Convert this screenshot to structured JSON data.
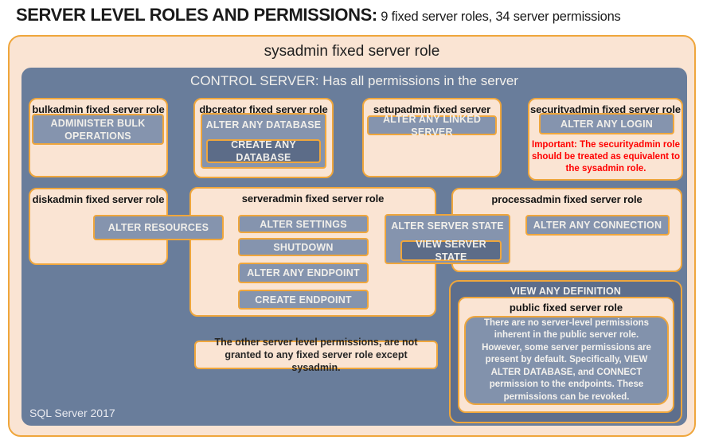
{
  "header": {
    "title": "SERVER LEVEL ROLES AND PERMISSIONS:",
    "subtitle": "9 fixed server roles, 34 server permissions"
  },
  "sysadmin": {
    "label": "sysadmin fixed server role"
  },
  "control_server": {
    "label": "CONTROL SERVER: Has all permissions in the server",
    "footer": "SQL Server 2017"
  },
  "roles": {
    "bulkadmin": {
      "title": "bulkadmin fixed server role",
      "perm": "ADMINISTER BULK OPERATIONS"
    },
    "dbcreator": {
      "title": "dbcreator fixed server role",
      "perm_outer": "ALTER ANY DATABASE",
      "perm_inner": "CREATE ANY DATABASE"
    },
    "setupadmin": {
      "title": "setupadmin fixed server role",
      "perm": "ALTER ANY LINKED SERVER"
    },
    "securityadmin": {
      "title": "securityadmin fixed server role",
      "perm": "ALTER ANY LOGIN",
      "warning": "Important: The securityadmin role should be treated as equivalent to the sysadmin role."
    },
    "diskadmin": {
      "title": "diskadmin fixed server role"
    },
    "serveradmin": {
      "title": "serveradmin fixed server role",
      "perms": [
        "ALTER SETTINGS",
        "SHUTDOWN",
        "ALTER ANY ENDPOINT",
        "CREATE ENDPOINT"
      ]
    },
    "processadmin": {
      "title": "processadmin fixed server role",
      "perm": "ALTER ANY CONNECTION"
    },
    "public": {
      "title": "public fixed server role",
      "description": "There are no server-level permissions inherent in the public server role. However, some server permissions are present by default. Specifically, VIEW ALTER DATABASE, and CONNECT permission to the endpoints. These permissions can be revoked."
    }
  },
  "shared_permissions": {
    "alter_resources": "ALTER RESOURCES",
    "alter_server_state": "ALTER SERVER STATE",
    "view_server_state": "VIEW SERVER STATE",
    "view_any_definition": "VIEW ANY DEFINITION"
  },
  "note": {
    "text": "The other server level permissions, are not granted to any fixed server role except sysadmin."
  },
  "colors": {
    "peach_background": "#FAE4D3",
    "orange_border": "#EFA63C",
    "control_server_blue": "#697D9B",
    "permission_blue": "#8594AE",
    "nested_permission_blue": "#5C6C88",
    "warning_red": "#FF0000",
    "text_white": "#F1EFEA",
    "title_black": "#1A1A1A"
  }
}
